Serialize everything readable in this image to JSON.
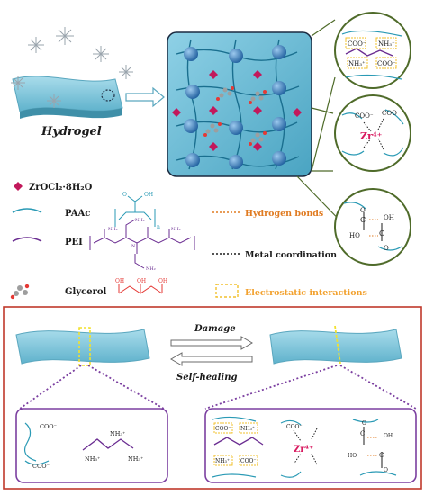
{
  "top": {
    "hydrogel_label": "Hydrogel",
    "legend": {
      "zr": "ZrOCl₂·8H₂O",
      "paac": "PAAc",
      "pei": "PEI",
      "glycerol": "Glycerol",
      "paac_n": "n",
      "paac_oh": "OH",
      "paac_o": "O",
      "pei_nh2": "NH₂",
      "pei_n": "N",
      "glycerol_oh": "OH"
    },
    "bond_legend": {
      "hydrogen": "Hydrogen bonds",
      "metal": "Metal coordination",
      "electrostatic": "Electrostatic interactions"
    },
    "callouts": {
      "coo": "COO⁻",
      "nh3": "NH₃⁺",
      "zr4": "Zr⁴⁺",
      "oh": "OH",
      "ho": "HO",
      "c": "C",
      "o": "O"
    }
  },
  "bottom": {
    "damage": "Damage",
    "self_healing": "Self-healing"
  },
  "colors": {
    "frame_red": "#c0392b",
    "callout_green": "#4f6b2a",
    "hydrogel_blue": "#7fc4d9",
    "electro_yellow": "#f2c12e",
    "hbond_orange": "#e07b21",
    "zr_red": "#d81b60",
    "pei_purple": "#6a2c91",
    "oh_red": "#e53935"
  }
}
